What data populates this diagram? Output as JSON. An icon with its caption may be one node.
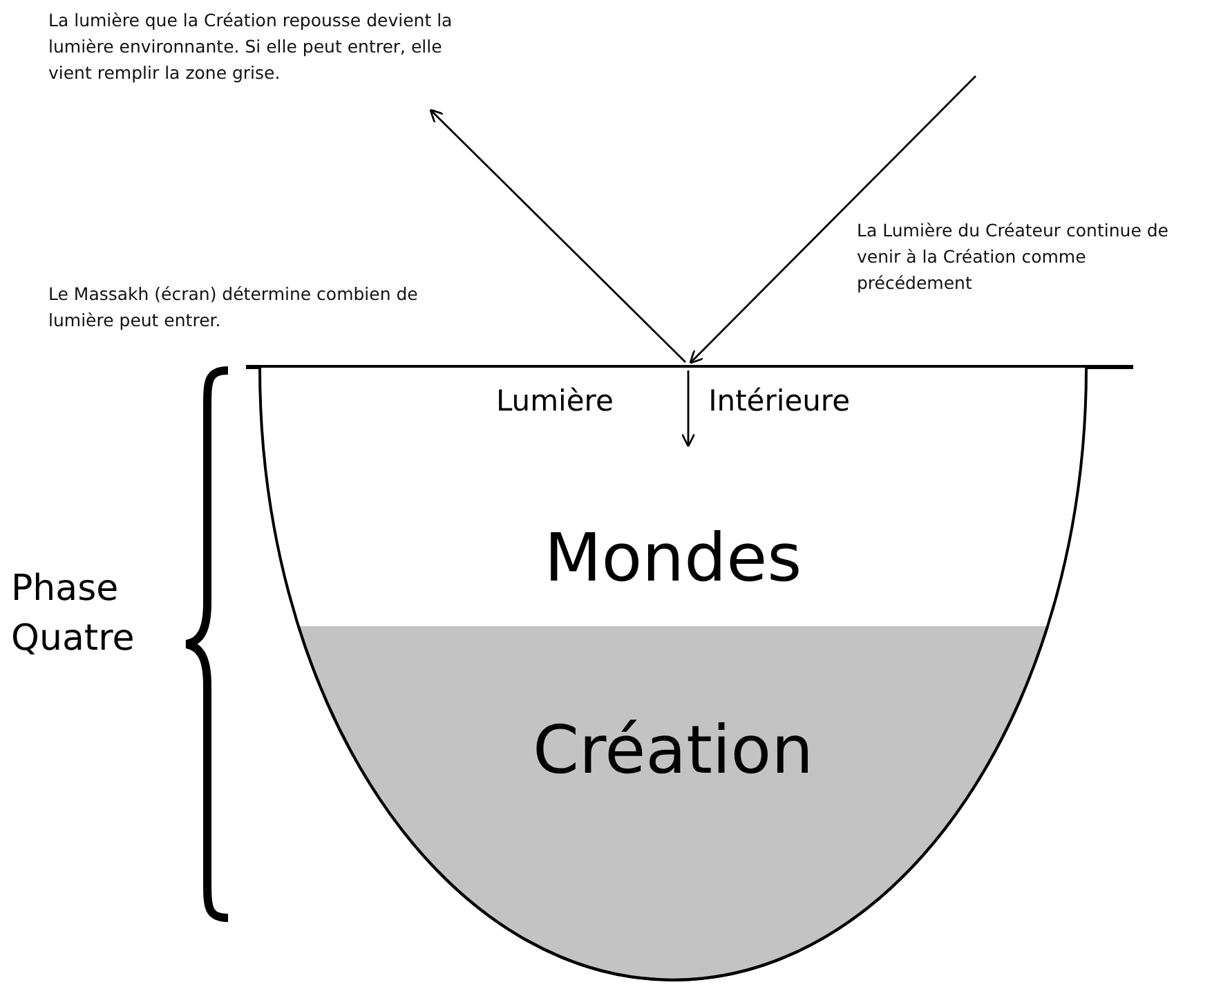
{
  "diagram": {
    "nodes": [
      {
        "text": [
          "La lumière que la Création repousse devient la lumière environnante. Si elle peut entrer, elle vient remplir la zone grise."
        ]
      },
      {
        "text": [],
        "shape": "bar",
        "beside": [
          "Le Massakh (écran) détermine combien de lumière peut entrer."
        ]
      },
      {
        "text": [
          "Lumière Intérieure",
          "Mondes"
        ]
      },
      {
        "text": [
          "Création"
        ],
        "in": 2
      }
    ],
    "edges": [
      {
        "from": null,
        "to": 1,
        "arrow": "to",
        "label": "La Lumière du Créateur continue de venir à la Création comme précédement"
      },
      {
        "from": 1,
        "to": 0,
        "arrow": "to"
      },
      {
        "from": 1,
        "to": null,
        "arrow": "to"
      }
    ],
    "labels": [
      "Phase Quatre"
    ]
  }
}
